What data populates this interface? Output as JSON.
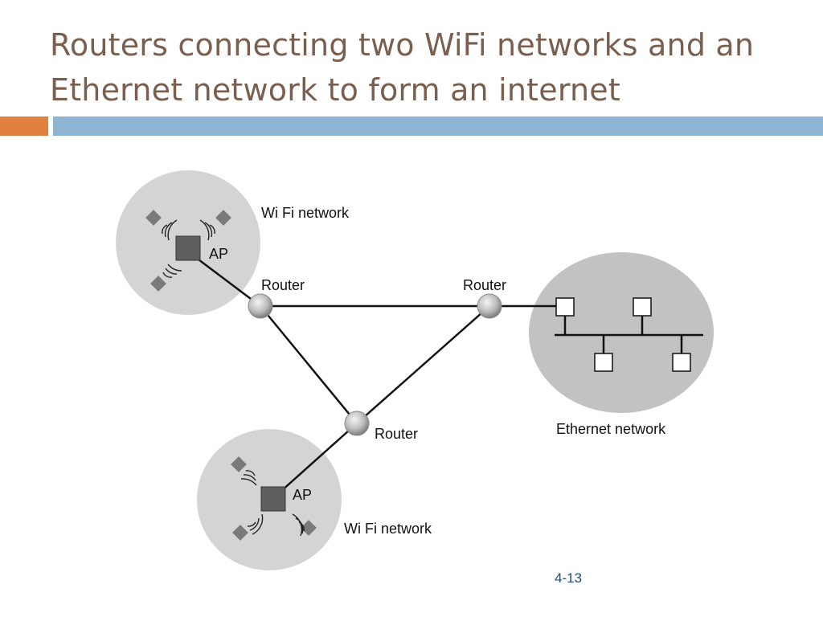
{
  "slide": {
    "title_line1": "Routers connecting two WiFi networks and an",
    "title_line2": "Ethernet network to form an internet",
    "page_number": "4-13"
  },
  "colors": {
    "title": "#7a5f4e",
    "accent_bar": "#e0813f",
    "main_bar": "#8fb3d3",
    "network_fill": "#d4d4d4",
    "ethernet_fill": "#c2c2c2",
    "ap_fill": "#5f5f5f",
    "station_fill": "#7a7a7a",
    "router_fill": "#b8b8b8"
  },
  "diagram": {
    "wifi_network_top_label": "Wi Fi network",
    "wifi_network_bottom_label": "Wi Fi network",
    "ethernet_network_label": "Ethernet network",
    "ap_top_label": "AP",
    "ap_bottom_label": "AP",
    "router_left_label": "Router",
    "router_right_label": "Router",
    "router_bottom_label": "Router"
  }
}
